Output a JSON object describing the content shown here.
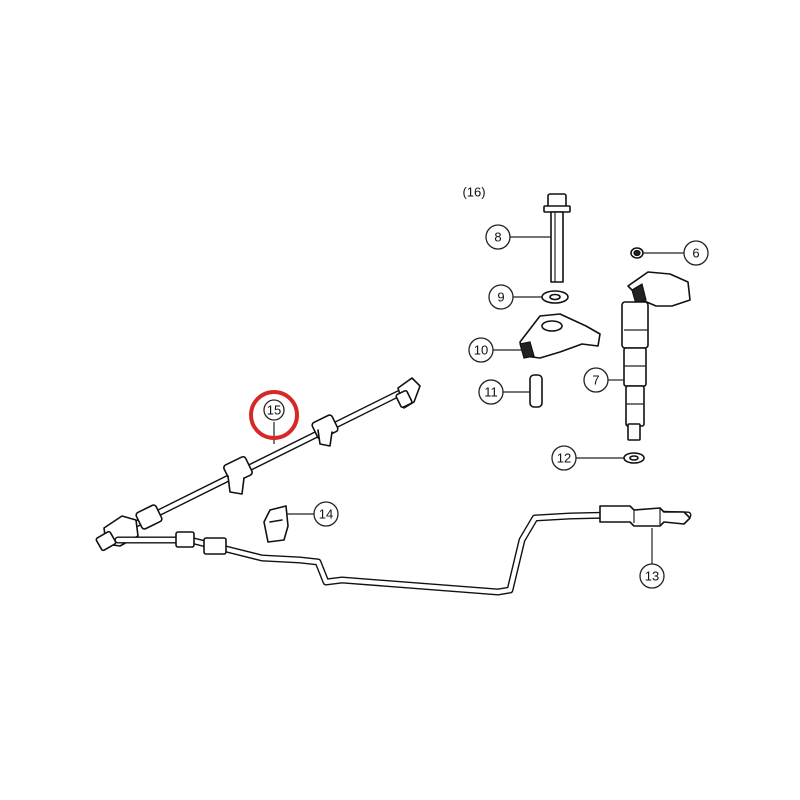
{
  "diagram": {
    "callouts": [
      {
        "id": "c16",
        "label": "(16)"
      },
      {
        "id": "c8",
        "label": "8"
      },
      {
        "id": "c6",
        "label": "6"
      },
      {
        "id": "c9",
        "label": "9"
      },
      {
        "id": "c10",
        "label": "10"
      },
      {
        "id": "c11",
        "label": "11"
      },
      {
        "id": "c7",
        "label": "7"
      },
      {
        "id": "c12",
        "label": "12"
      },
      {
        "id": "c15",
        "label": "15"
      },
      {
        "id": "c14",
        "label": "14"
      },
      {
        "id": "c13",
        "label": "13"
      }
    ],
    "highlight": {
      "callout": "15",
      "color": "#d62828"
    },
    "colors": {
      "line": "#111111",
      "highlight_text": "#2a2a8a",
      "faded_callout": "#8a8a8a"
    }
  }
}
